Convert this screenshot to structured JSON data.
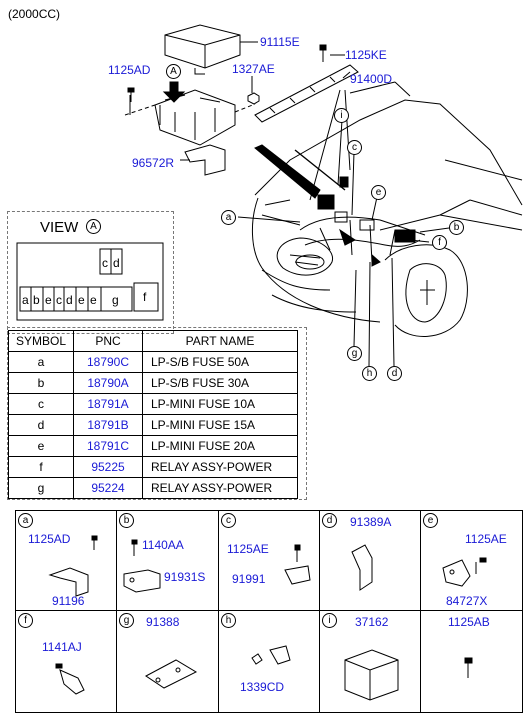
{
  "title": "(2000CC)",
  "main": {
    "labels": {
      "p91115E": "91115E",
      "p1125AD": "1125AD",
      "p1327AE": "1327AE",
      "p1125KE": "1125KE",
      "p91400D": "91400D",
      "p96572R": "96572R"
    },
    "letters": [
      "a",
      "b",
      "c",
      "d",
      "e",
      "f",
      "g",
      "h",
      "i"
    ],
    "view_letter": "A"
  },
  "view": {
    "title": "VIEW",
    "letter": "A",
    "fuse_top": [
      "c",
      "d"
    ],
    "fuse_row": [
      "a",
      "b",
      "e",
      "c",
      "d",
      "e",
      "e"
    ],
    "fuse_g": "g",
    "fuse_f": "f"
  },
  "table": {
    "headers": [
      "SYMBOL",
      "PNC",
      "PART NAME"
    ],
    "rows": [
      {
        "symbol": "a",
        "pnc": "18790C",
        "name": "LP-S/B FUSE 50A"
      },
      {
        "symbol": "b",
        "pnc": "18790A",
        "name": "LP-S/B FUSE 30A"
      },
      {
        "symbol": "c",
        "pnc": "18791A",
        "name": "LP-MINI FUSE 10A"
      },
      {
        "symbol": "d",
        "pnc": "18791B",
        "name": "LP-MINI FUSE 15A"
      },
      {
        "symbol": "e",
        "pnc": "18791C",
        "name": "LP-MINI FUSE 20A"
      },
      {
        "symbol": "f",
        "pnc": "95225",
        "name": "RELAY ASSY-POWER"
      },
      {
        "symbol": "g",
        "pnc": "95224",
        "name": "RELAY ASSY-POWER"
      }
    ]
  },
  "parts": {
    "a": {
      "letter": "a",
      "l1": "1125AD",
      "l2": "91196"
    },
    "b": {
      "letter": "b",
      "l1": "1140AA",
      "l2": "91931S"
    },
    "c": {
      "letter": "c",
      "l1": "1125AE",
      "l2": "91991"
    },
    "d": {
      "letter": "d",
      "head": "91389A"
    },
    "e": {
      "letter": "e",
      "l1": "1125AE",
      "l2": "84727X"
    },
    "f": {
      "letter": "f",
      "l1": "1141AJ"
    },
    "g": {
      "letter": "g",
      "head": "91388"
    },
    "h": {
      "letter": "h",
      "l1": "1339CD"
    },
    "i": {
      "letter": "i",
      "head": "37162"
    },
    "j": {
      "head": "1125AB"
    }
  }
}
